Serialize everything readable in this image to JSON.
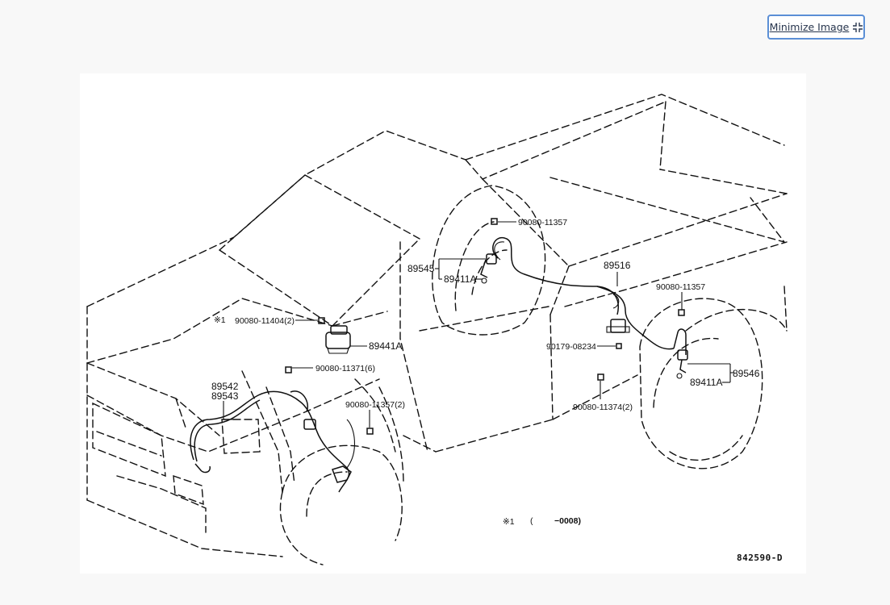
{
  "toolbar": {
    "minimize_label": "Minimize Image",
    "minimize_icon": "collapse-corners-icon"
  },
  "diagram": {
    "drawing_code": "842590-D",
    "footnote": {
      "mark": "※1",
      "paren_open": "(",
      "range": "−0008)"
    },
    "callouts": {
      "rear_right_screw": "90080-11357",
      "rear_right_sensor_group": "89545",
      "rear_right_sensor": "89411A",
      "wire_rear": "89516",
      "rear_left_screw": "90080-11357",
      "grommet": "90179-08234",
      "rear_left_sensor_group": "89546",
      "rear_left_sensor": "89411A",
      "rear_bracket_bolt": "90080-11374(2)",
      "actuator_bolt_mark": "※1",
      "actuator_bolt": "90080-11404(2)",
      "actuator": "89441A",
      "actuator_lower_bolt": "90080-11371(6)",
      "front_sensor_rh": "89542",
      "front_sensor_lh": "89543",
      "front_clamp_bolt": "90080-11357(2)"
    }
  }
}
